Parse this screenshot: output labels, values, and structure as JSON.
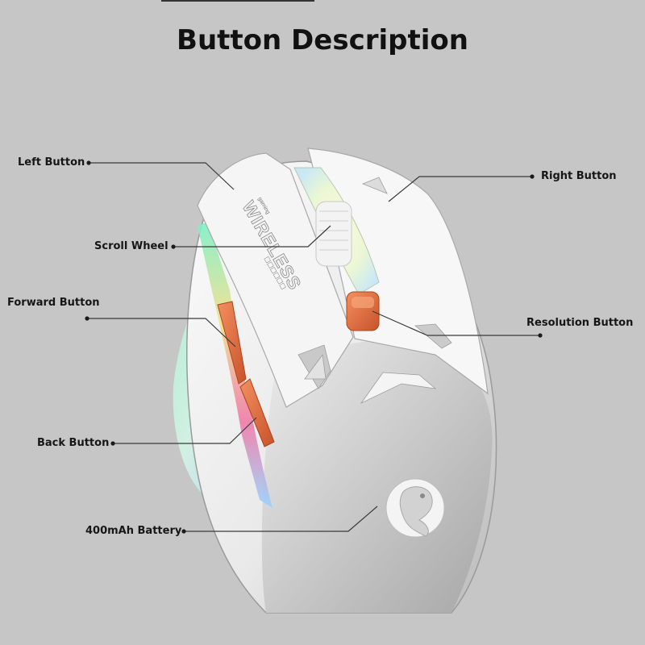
{
  "title": "Button Description",
  "mouse": {
    "side_text": "WIRELESS",
    "small_text": "gaming",
    "dots_text": "□□□□□□",
    "accent_color": "#e0703a",
    "rgb_colors": [
      "#7cf0c8",
      "#f2e08a",
      "#f07aa8",
      "#9ad4ff"
    ]
  },
  "callouts": [
    {
      "label": "Left Button",
      "side": "left"
    },
    {
      "label": "Scroll Wheel",
      "side": "left"
    },
    {
      "label": "Forward Button",
      "side": "left"
    },
    {
      "label": "Back Button",
      "side": "left"
    },
    {
      "label": "400mAh Battery",
      "side": "left"
    },
    {
      "label": "Right Button",
      "side": "right"
    },
    {
      "label": "Resolution Button",
      "side": "right"
    }
  ]
}
